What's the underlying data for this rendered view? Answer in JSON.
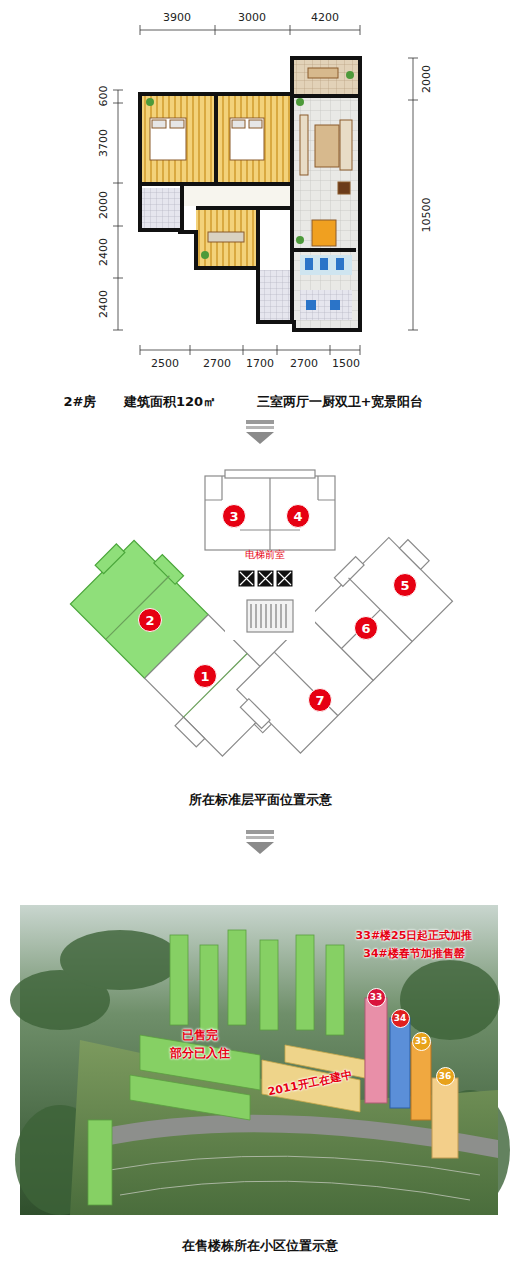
{
  "diagram": {
    "nodes": [
      {
        "text": [
          "3"
        ]
      },
      {
        "text": [
          "4"
        ]
      },
      {
        "text": [
          "5"
        ]
      },
      {
        "text": [
          "2"
        ]
      },
      {
        "text": [
          "6"
        ]
      },
      {
        "text": [
          "1"
        ]
      },
      {
        "text": [
          "7"
        ]
      },
      {
        "text": [
          "33"
        ]
      },
      {
        "text": [
          "34"
        ]
      },
      {
        "text": [
          "35"
        ]
      },
      {
        "text": [
          "36"
        ]
      }
    ],
    "labels": [
      "3900",
      "3000",
      "4200",
      "600",
      "3700",
      "2000",
      "2400",
      "2400",
      "2000",
      "10500",
      "2500",
      "2700",
      "1700",
      "2700",
      "1500",
      "2#房",
      "建筑面积120㎡",
      "三室两厅一厨双卫+宽景阳台",
      "电梯前室",
      "所在标准层平面位置示意",
      "33#楼25日起正式加推",
      "34#楼春节加推售罄",
      "已售完",
      "部分已入住",
      "2011开工在建中",
      "在售楼栋所在小区位置示意"
    ]
  }
}
